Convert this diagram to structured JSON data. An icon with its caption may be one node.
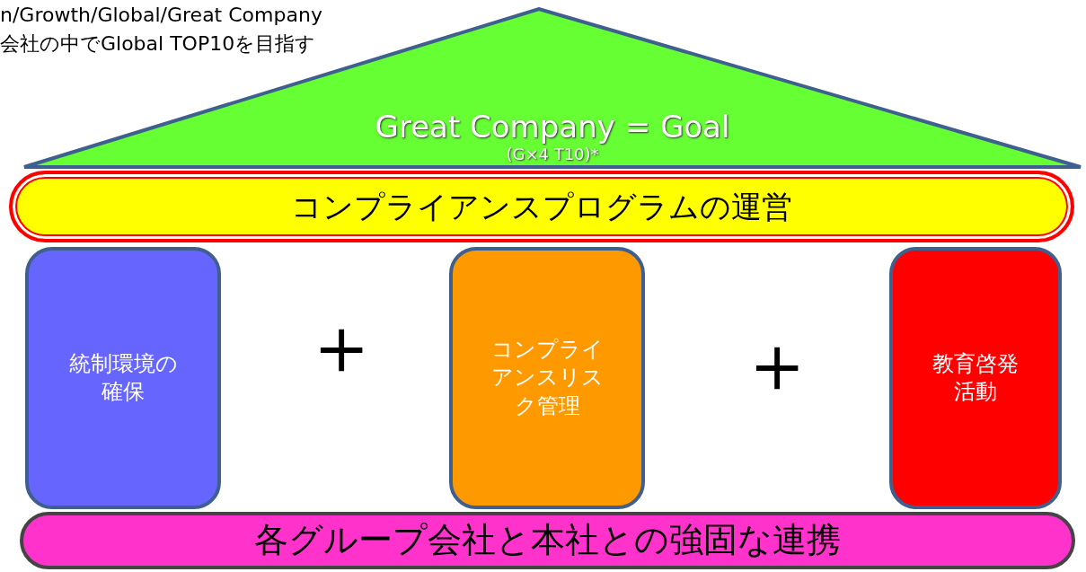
{
  "diagram": {
    "nodes": [
      {
        "text": [
          "Great Company = Goal",
          "(G×4 T10)*"
        ]
      },
      {
        "text": [
          "コンプライアンスプログラムの運営"
        ]
      },
      {
        "text": [
          "統制環境の確保"
        ]
      },
      {
        "text": [
          "コンプライアンスリスク管理"
        ]
      },
      {
        "text": [
          "教育啓発活動"
        ]
      },
      {
        "text": [
          "各グループ会社と本社との強固な連携"
        ]
      }
    ],
    "edges": [],
    "labels": [
      "n/Growth/Global/Great Company",
      "会社の中でGlobal TOP10を目指す",
      "＋",
      "＋"
    ]
  }
}
